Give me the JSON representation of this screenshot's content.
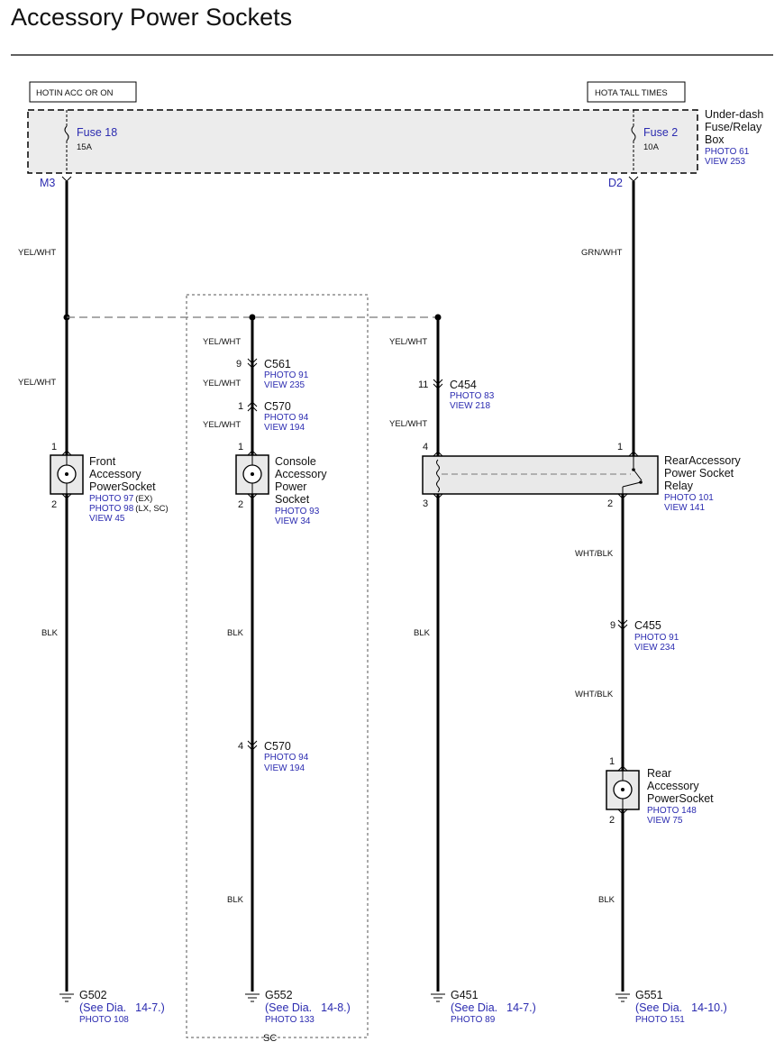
{
  "title": "Accessory Power Sockets",
  "inputs": {
    "left": "HOTIN ACC OR ON",
    "right": "HOTA TALL TIMES"
  },
  "fusebox": {
    "name": [
      "Under-dash",
      "Fuse/Relay",
      "Box"
    ],
    "photo": "PHOTO 61",
    "view": "VIEW 253"
  },
  "fuses": {
    "f18": {
      "name": "Fuse 18",
      "rating": "15A",
      "pin": "M3"
    },
    "f2": {
      "name": "Fuse 2",
      "rating": "10A",
      "pin": "D2"
    }
  },
  "wires": {
    "yelwht": "YEL/WHT",
    "grnwht": "GRN/WHT",
    "blk": "BLK",
    "whtblk": "WHT/BLK"
  },
  "connectors": {
    "c561": {
      "name": "C561",
      "pin": "9",
      "photo": "PHOTO 91",
      "view": "VIEW 235"
    },
    "c570a": {
      "name": "C570",
      "pin": "1",
      "photo": "PHOTO 94",
      "view": "VIEW 194"
    },
    "c454": {
      "name": "C454",
      "pin": "11",
      "photo": "PHOTO 83",
      "view": "VIEW 218"
    },
    "c455": {
      "name": "C455",
      "pin": "9",
      "photo": "PHOTO 91",
      "view": "VIEW 234"
    },
    "c570b": {
      "name": "C570",
      "pin": "4",
      "photo": "PHOTO 94",
      "view": "VIEW 194"
    }
  },
  "components": {
    "front": {
      "name": [
        "Front",
        "Accessory",
        "PowerSocket"
      ],
      "photo1": "PHOTO 97",
      "photo1note": "(EX)",
      "photo2": "PHOTO 98",
      "photo2note": "(LX, SC)",
      "view": "VIEW 45",
      "pin1": "1",
      "pin2": "2"
    },
    "console": {
      "name": [
        "Console",
        "Accessory",
        "Power",
        "Socket"
      ],
      "photo": "PHOTO 93",
      "view": "VIEW 34",
      "pin1": "1",
      "pin2": "2"
    },
    "relay": {
      "name": [
        "RearAccessory",
        "Power Socket",
        "Relay"
      ],
      "photo": "PHOTO 101",
      "view": "VIEW 141",
      "pin4": "4",
      "pin3": "3",
      "pin1": "1",
      "pin2": "2"
    },
    "rear": {
      "name": [
        "Rear",
        "Accessory",
        "PowerSocket"
      ],
      "photo": "PHOTO 148",
      "view": "VIEW 75",
      "pin1": "1",
      "pin2": "2"
    }
  },
  "grounds": {
    "g502": {
      "name": "G502",
      "see": "(See",
      "dia": "Dia.",
      "ref": "14-7.)",
      "photo": "PHOTO 108"
    },
    "g552": {
      "name": "G552",
      "see": "(See",
      "dia": "Dia.",
      "ref": "14-8.)",
      "photo": "PHOTO 133"
    },
    "g451": {
      "name": "G451",
      "see": "(See",
      "dia": "Dia.",
      "ref": "14-7.)",
      "photo": "PHOTO 89"
    },
    "g551": {
      "name": "G551",
      "see": "(See",
      "dia": "Dia.",
      "ref": "14-10.)",
      "photo": "PHOTO 151"
    }
  },
  "option_label": "SC"
}
